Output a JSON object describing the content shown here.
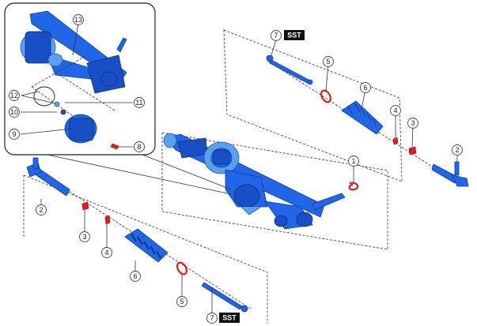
{
  "callouts": {
    "c1": "1",
    "c2_right": "2",
    "c2_left": "2",
    "c3_right": "3",
    "c3_left": "3",
    "c4_right": "4",
    "c4_left": "4",
    "c5_right": "5",
    "c5_left": "5",
    "c6_right": "6",
    "c6_left": "6",
    "c7_top": "7",
    "c7_bottom": "7",
    "c8": "8",
    "c9": "9",
    "c10": "10",
    "c11": "11",
    "c12": "12",
    "c13": "13"
  },
  "sst_labels": {
    "top": "SST",
    "bottom": "SST"
  },
  "colors": {
    "part_blue": "#2166e6",
    "seal_red": "#e01b1b"
  }
}
